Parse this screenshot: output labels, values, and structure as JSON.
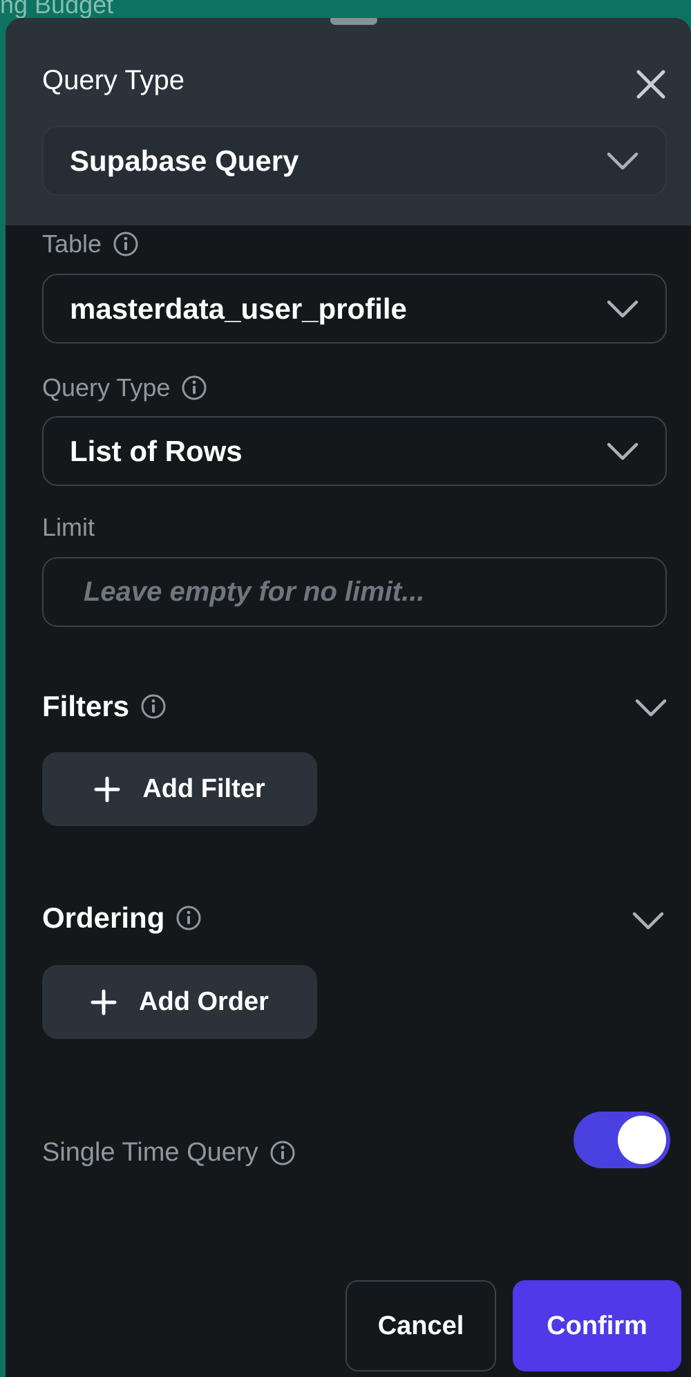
{
  "background": {
    "partial_title": "ng Budget"
  },
  "panel": {
    "title": "Query Type",
    "query_type_select": {
      "value": "Supabase Query"
    }
  },
  "fields": {
    "table": {
      "label": "Table",
      "value": "masterdata_user_profile"
    },
    "query_type": {
      "label": "Query Type",
      "value": "List of Rows"
    },
    "limit": {
      "label": "Limit",
      "placeholder": "Leave empty for no limit...",
      "value": ""
    }
  },
  "sections": {
    "filters": {
      "title": "Filters",
      "button_label": "Add Filter"
    },
    "ordering": {
      "title": "Ordering",
      "button_label": "Add Order"
    }
  },
  "single_time_query": {
    "label": "Single Time Query",
    "enabled": true
  },
  "actions": {
    "cancel_label": "Cancel",
    "confirm_label": "Confirm"
  },
  "colors": {
    "accent": "#4f39e8",
    "toggle_on": "#4a40e0",
    "panel_bg": "#14181b",
    "header_bg": "#2b3239",
    "backdrop": "#0d7261"
  },
  "icons": {
    "close": "close-icon",
    "chevron": "chevron-down-icon",
    "info": "info-icon",
    "plus": "plus-icon"
  }
}
